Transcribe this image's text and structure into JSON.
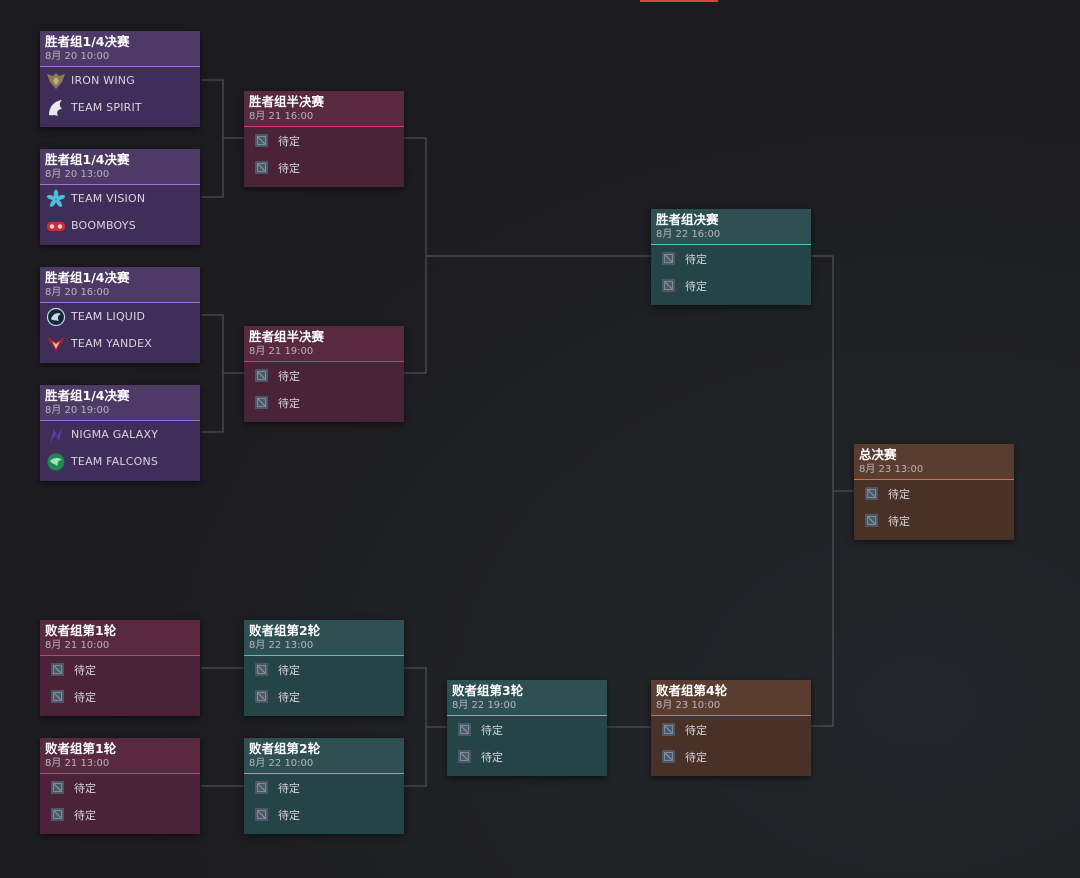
{
  "colors": {
    "accent": "#d7443d",
    "winners_qf": "#a070e0",
    "winners_sf": "#d13a7e",
    "teal": "#4cc6c3",
    "final": "#e0702c"
  },
  "tbd_label": "待定",
  "matches": {
    "wqf1": {
      "title": "胜者组1/4决赛",
      "time": "8月 20 10:00",
      "team1": "IRON WING",
      "team2": "TEAM SPIRIT"
    },
    "wqf2": {
      "title": "胜者组1/4决赛",
      "time": "8月 20 13:00",
      "team1": "TEAM VISION",
      "team2": "BOOMBOYS"
    },
    "wqf3": {
      "title": "胜者组1/4决赛",
      "time": "8月 20 16:00",
      "team1": "TEAM LIQUID",
      "team2": "TEAM YANDEX"
    },
    "wqf4": {
      "title": "胜者组1/4决赛",
      "time": "8月 20 19:00",
      "team1": "NIGMA GALAXY",
      "team2": "TEAM FALCONS"
    },
    "wsf1": {
      "title": "胜者组半决赛",
      "time": "8月 21 16:00"
    },
    "wsf2": {
      "title": "胜者组半决赛",
      "time": "8月 21 19:00"
    },
    "wf": {
      "title": "胜者组决赛",
      "time": "8月 22 16:00"
    },
    "gf": {
      "title": "总决赛",
      "time": "8月 23 13:00"
    },
    "lr1a": {
      "title": "败者组第1轮",
      "time": "8月 21 10:00"
    },
    "lr1b": {
      "title": "败者组第1轮",
      "time": "8月 21 13:00"
    },
    "lr2a": {
      "title": "败者组第2轮",
      "time": "8月 22 13:00"
    },
    "lr2b": {
      "title": "败者组第2轮",
      "time": "8月 22 10:00"
    },
    "lr3": {
      "title": "败者组第3轮",
      "time": "8月 22 19:00"
    },
    "lr4": {
      "title": "败者组第4轮",
      "time": "8月 23 10:00"
    }
  }
}
